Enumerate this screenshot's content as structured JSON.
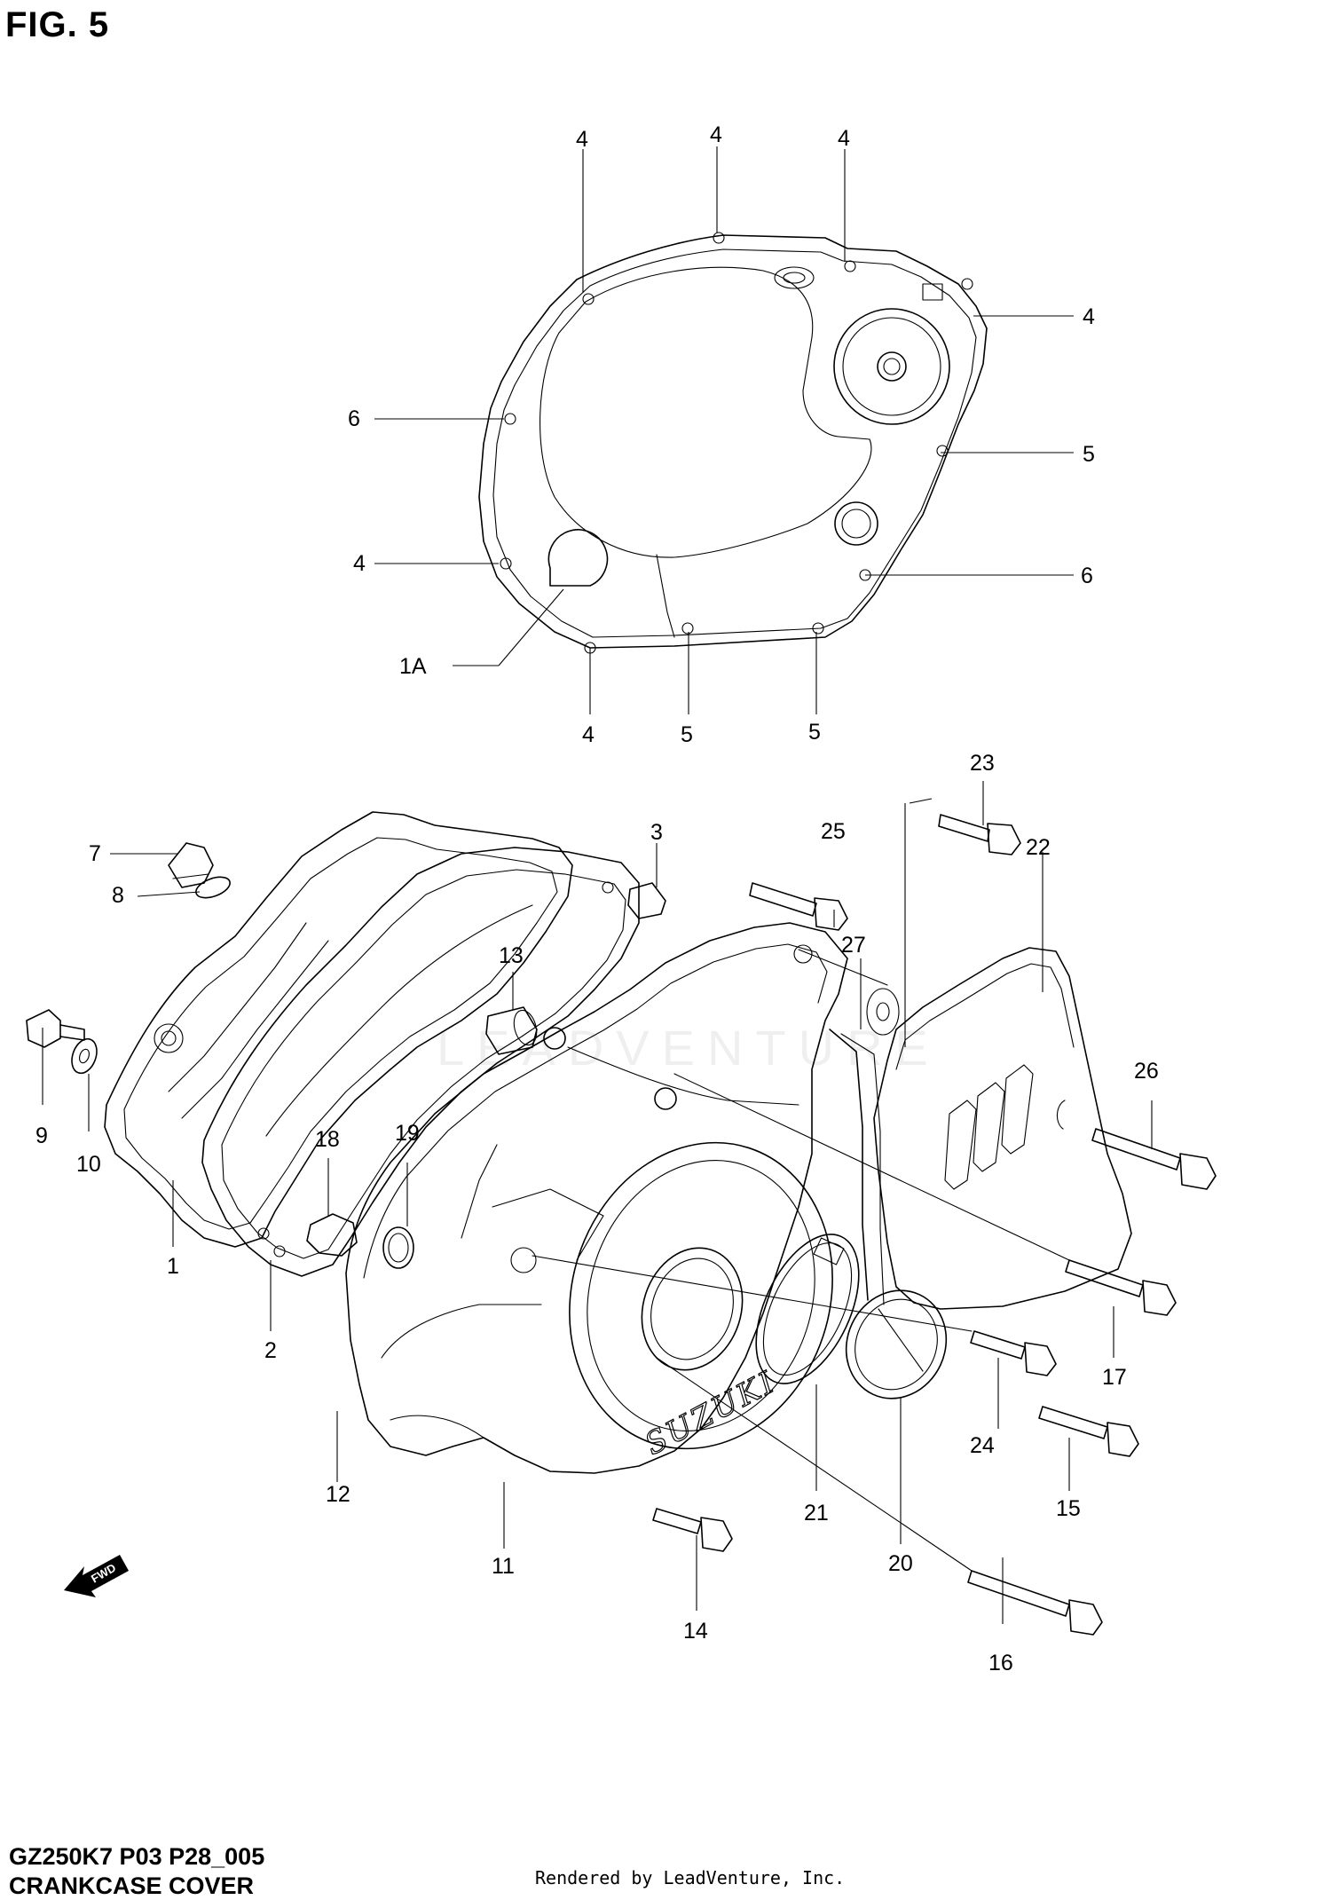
{
  "figure_title": "FIG. 5",
  "footer": {
    "model_code": "GZ250K7 P03 P28_005",
    "assembly_name": "CRANKCASE COVER",
    "rendered_by": "Rendered by LeadVenture, Inc."
  },
  "watermark": "LEADVENTURE",
  "fwd_label": "FWD",
  "brand_mark": "SUZUKI",
  "callouts": {
    "p1": "1",
    "p1a": "1A",
    "p2": "2",
    "p3": "3",
    "p4": "4",
    "p5": "5",
    "p6": "6",
    "p7": "7",
    "p8": "8",
    "p9": "9",
    "p10": "10",
    "p11": "11",
    "p12": "12",
    "p13": "13",
    "p14": "14",
    "p15": "15",
    "p16": "16",
    "p17": "17",
    "p18": "18",
    "p19": "19",
    "p20": "20",
    "p21": "21",
    "p22": "22",
    "p23": "23",
    "p24": "24",
    "p25": "25",
    "p26": "26",
    "p27": "27"
  }
}
